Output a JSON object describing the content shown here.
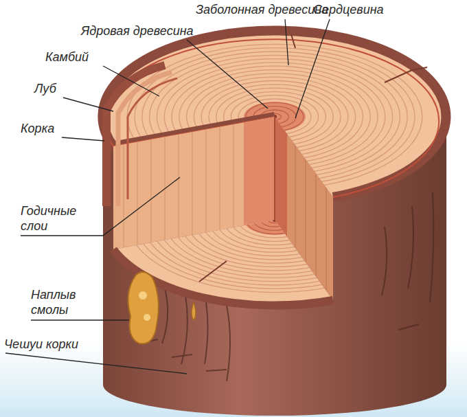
{
  "diagram": {
    "labels": [
      "Заболонная древесина",
      "Сердцевина",
      "Ядровая древесина",
      "Камбий",
      "Луб",
      "Корка",
      "Годичные слои",
      "Наплыв смолы",
      "Чешуи корки"
    ]
  }
}
